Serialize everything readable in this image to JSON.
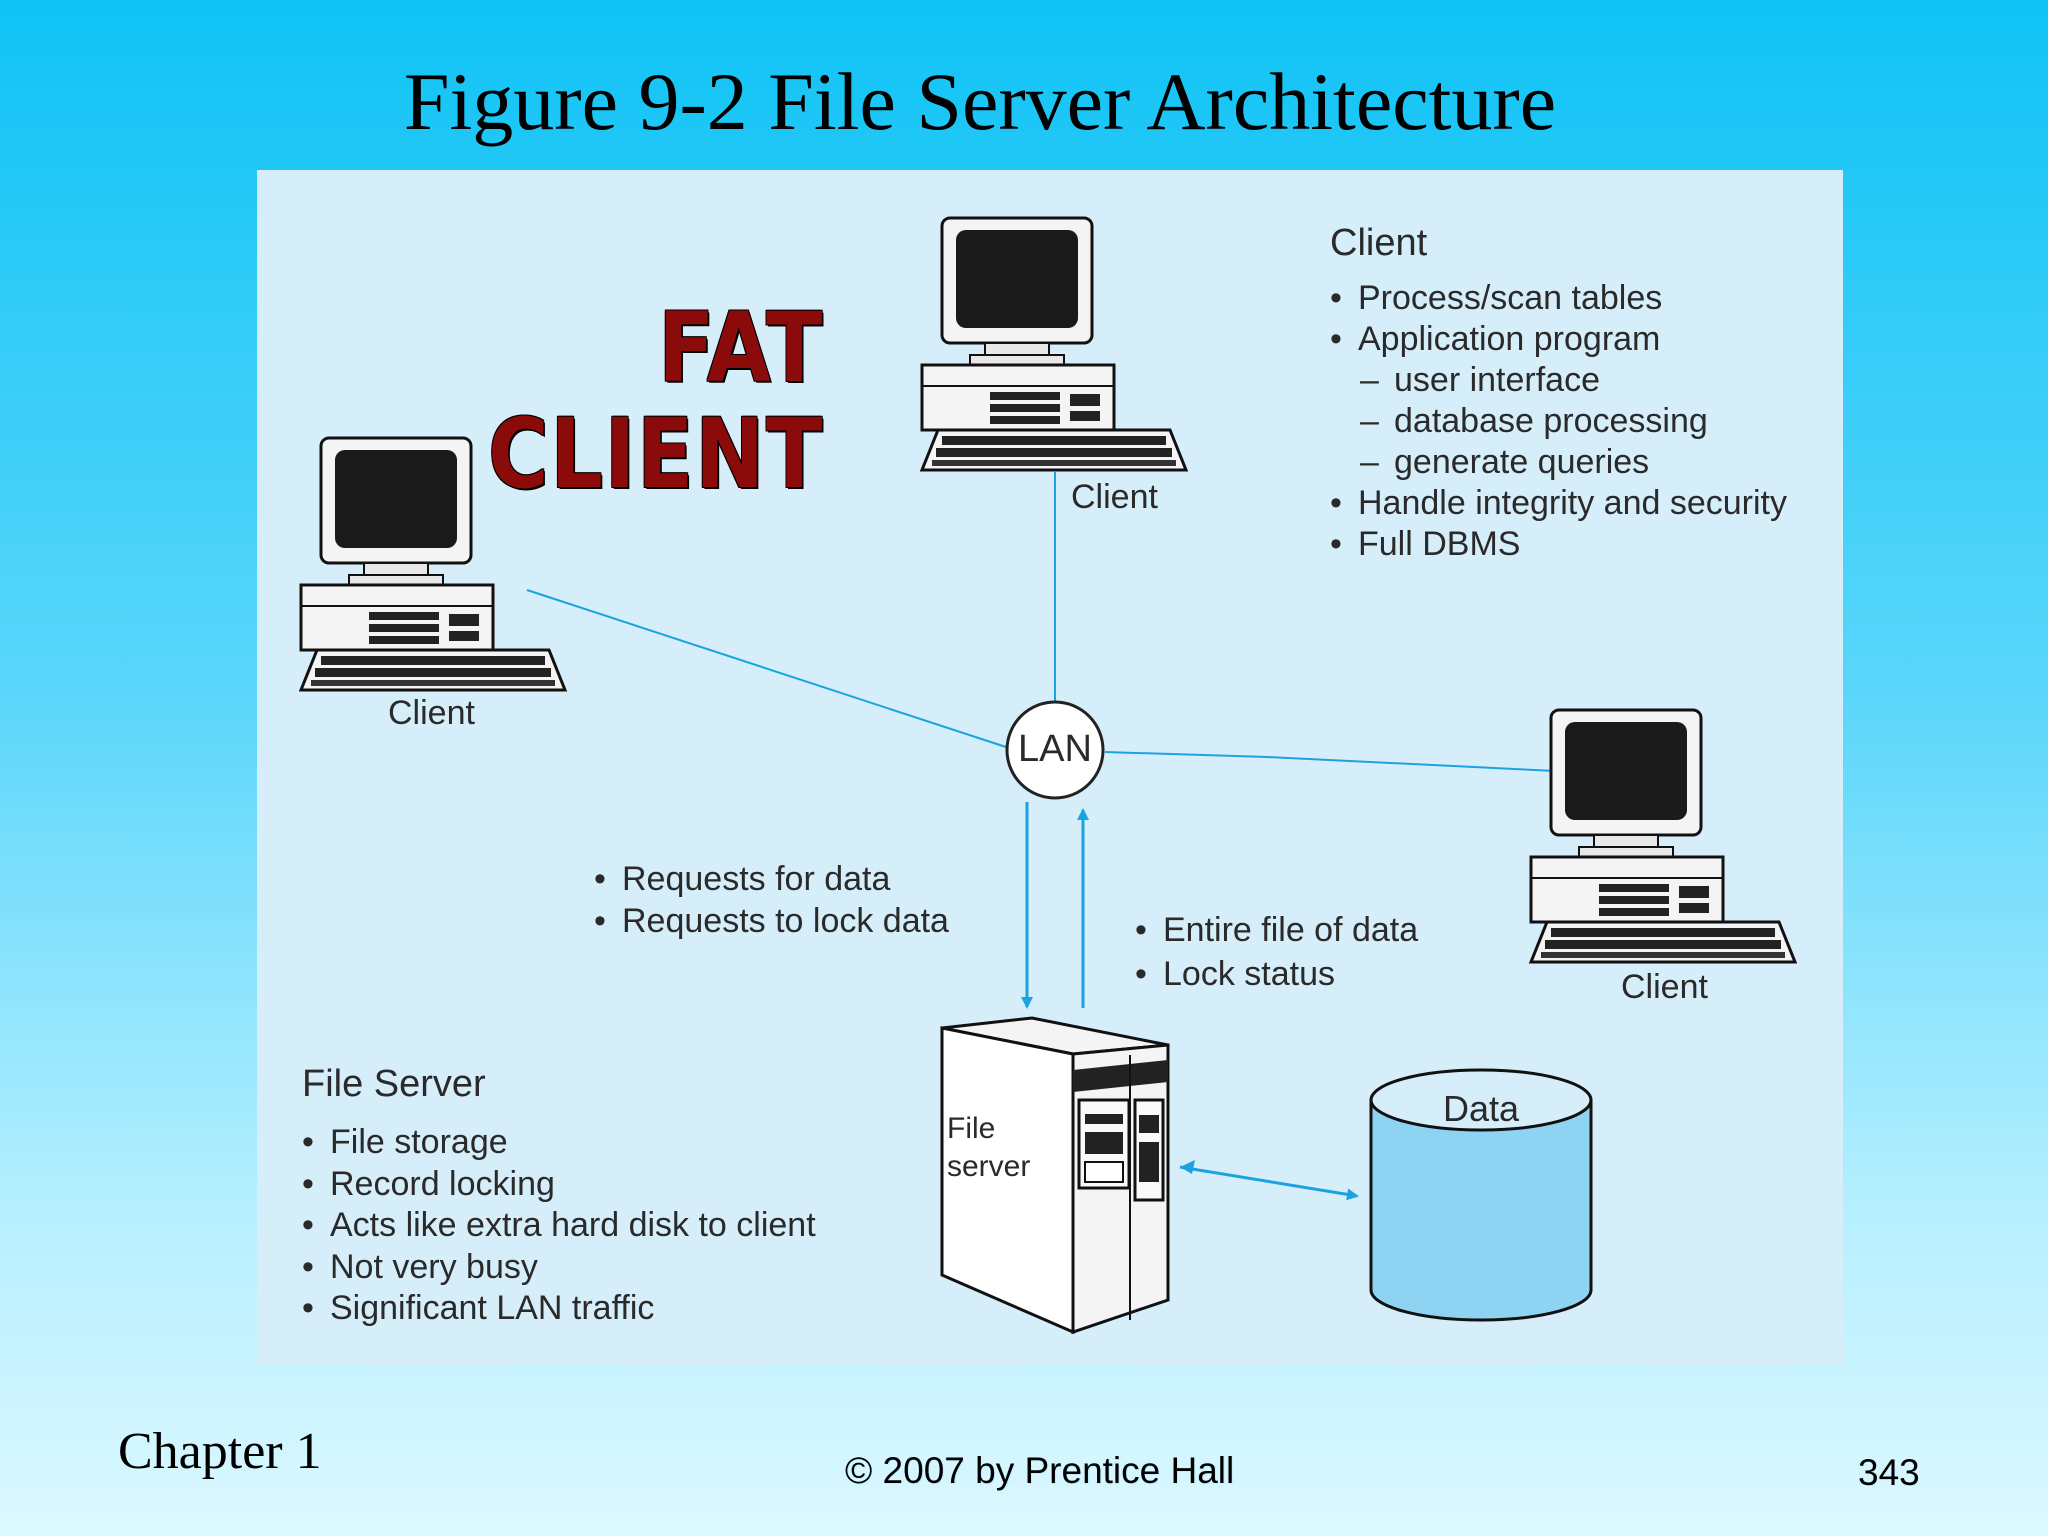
{
  "slide": {
    "title": "Figure 9-2 File Server Architecture",
    "footer_left": "Chapter 1",
    "footer_center": "© 2007 by Prentice Hall",
    "page_number": "343"
  },
  "diagram": {
    "fat_client_line1": "FAT",
    "fat_client_line2": "CLIENT",
    "client_label": "Client",
    "lan_label": "LAN",
    "file_server_box_label_1": "File",
    "file_server_box_label_2": "server",
    "data_label": "Data",
    "client_info": {
      "heading": "Client",
      "items": [
        "Process/scan tables",
        "Application program"
      ],
      "subitems": [
        "user interface",
        "database processing",
        "generate queries"
      ],
      "items_after": [
        "Handle integrity and security",
        "Full DBMS"
      ]
    },
    "requests": [
      "Requests for data",
      "Requests to lock data"
    ],
    "responses": [
      "Entire file of data",
      "Lock status"
    ],
    "file_server_info": {
      "heading": "File Server",
      "items": [
        "File storage",
        "Record locking",
        "Acts like extra hard disk to client",
        "Not very busy",
        "Significant LAN traffic"
      ]
    },
    "colors": {
      "panel": "#d6eefa",
      "line": "#1aa3e0",
      "fat_client": "#8b0a0a",
      "database": "#8fd3f2"
    }
  }
}
